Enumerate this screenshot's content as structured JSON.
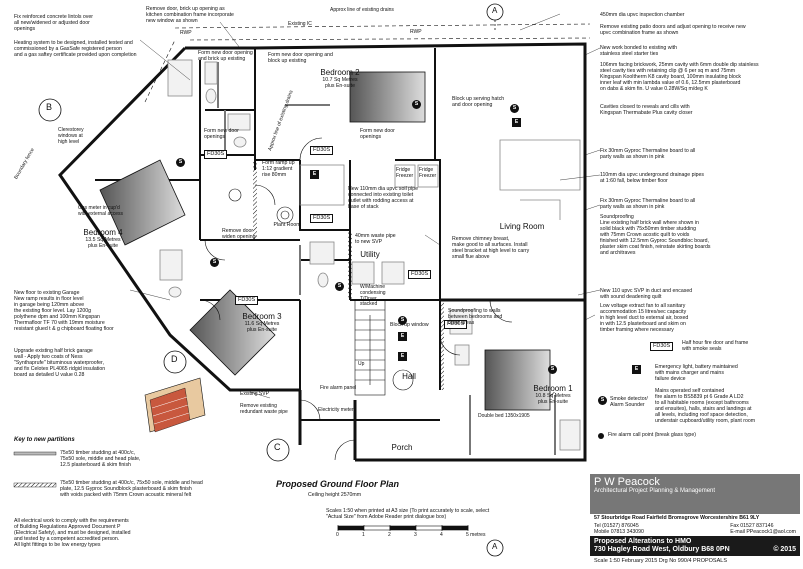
{
  "drawing": {
    "plan_title": "Proposed Ground Floor Plan",
    "ceiling_height": "Ceiling height 2570mm",
    "scale_note": "Scales 1:50 when printed at A3 size (To print accurately to scale, select\n\"Actual Size\" from Adobe Reader print dialogue box)",
    "scale_ticks": [
      "0",
      "1",
      "2",
      "3",
      "4",
      "5 metres"
    ]
  },
  "title_block": {
    "company": "P W Peacock",
    "tagline": "Architectural Project Planning & Management",
    "address": "57 Stourbridge Road Fairfield Bromsgrove Worcestershire B61 9LY",
    "tel": "Tel (01527) 876045",
    "mobile": "Mobile 07813 343090",
    "fax": "Fax 01527 837146",
    "email": "E-mail PPeacock1@aol.com",
    "project_line1": "Proposed Alterations to HMO",
    "project_line2": "730 Hagley Road West, Oldbury B68 0PN",
    "copyright": "© 2015",
    "footer": "Scale 1:50   February 2015   Drg No 990/4   PROPOSALS"
  },
  "rooms": {
    "bedroom1": {
      "name": "Bedroom 1",
      "area": "10.8 Sq Metres\nplus En-suite",
      "extra": "Double bed 1350x1905"
    },
    "bedroom2": {
      "name": "Bedroom 2",
      "area": "10.7 Sq Metres\nplus En-suite"
    },
    "bedroom3": {
      "name": "Bedroom 3",
      "area": "11.6 Sq Metres\nplus En-suite"
    },
    "bedroom4": {
      "name": "Bedroom 4",
      "area": "13.5 Sq Metres\nplus En-suite"
    },
    "living": {
      "name": "Living Room"
    },
    "hall": {
      "name": "Hall"
    },
    "porch": {
      "name": "Porch"
    },
    "utility": {
      "name": "Utility"
    },
    "plant": {
      "name": "Plant Room"
    }
  },
  "labels": {
    "fd30s": "FD30S",
    "up": "Up",
    "fridge_freezer": "Fridge\nFreezer",
    "boundary": "Boundary fence",
    "rwp": "RWP",
    "ic": "IC",
    "section_a": "A",
    "section_b": "B",
    "section_c": "C",
    "section_d": "D",
    "sym_s": "S",
    "sym_e": "E",
    "existing_ic": "Existing IC",
    "drains": "Approx line of existing drains",
    "drains2": "Approx line of existing drains",
    "clerestorey": "Clerestorey\nwindows at\nhigh level",
    "gas_meter": "Gas meter in cup'd\nwith external access",
    "washer": "W/Machine\ncondensing\nT/Dryer\nstacked",
    "fire_panel": "Fire alarm panel",
    "electricity": "Electricity meter",
    "existing_svp": "Existing SVP",
    "remove_waste": "Remove existing\nredundant waste pipe"
  },
  "notes": {
    "n01": "Fix reinforced concrete lintols over\nall new/widened or adjusted door\nopenings",
    "n02": "Heating system to be designed, installed tested and\ncommissioned by a GasSafe registered person\nand a gas saftey certificate provided upon completion",
    "n03": "Remove door, brick up opening as\nkitchen combination frame incorporate\nnew window as shown",
    "n04": "Form new door opening and\nblock up existing",
    "n05": "Form new door opening\nand brick up existing",
    "n06": "Block up serving hatch\nand door opening",
    "n07": "Form new door\nopenings",
    "n08": "Form new door\nopenings",
    "n09": "Form ramp up\n1:12 gradient\nrise 80mm",
    "n10": "Remove door\nwiden opening",
    "n11": "New 110mm dia upvc soil pipe\nconnected into existing toilet\noutlet with rodding access at\nbase of stack",
    "n12": "40mm waste pipe\nto new SVP",
    "n13": "Block up window",
    "n14": "Soundproofing to walls\nbetween bedrooms and\nother areas",
    "n15": "450mm dia upvc inspection chamber",
    "n16": "Remove existing patio doors and adjust opening to receive new\nupvc combination frame as shown",
    "n17": "New work bonded to existing with\nstainless steel starter ties",
    "n18": "106mm facing brickwork, 25mm cavity with 6mm double dip stainless\nsteel cavity ties with retaining clip @ 6 per sq m and 75mm\nKingspan Kooltherm K8 cavity board, 100mm insulating block\ninner leaf with min lambda value of 0.6, 12.5mm plasterboard\non dabs & skim fin. U value 0.28W/Sq m/deg K",
    "n19": "Cavities closed to reveals and cills with\nKingspan Thermabate Plus cavity closer",
    "n20": "Fix 30mm Gyproc Thermaline board to all\nparty walls as shown in pink",
    "n21": "110mm dia upvc underground drainage pipes\nat 1:60 fall, below timber floor",
    "n22": "Fix 30mm Gyproc Thermaline board to all\nparty walls as shown in pink",
    "n23": "Soundproofing\nLine existing half brick wall where shown in\nsolid black with 75x50mm timber studding\nwith 75mm Crown acostic quilt to voids\nfinished with 12.5mm Gyproc Soundbloc board,\nplaster skim coat finish, reinstate skirting boards\nand architraves",
    "n24": "New 110 upvc SVP in duct and encased\nwith sound deadening quilt",
    "n25": "Remove chimney breast,\nmake good to all surfaces. Install\nsteel bracket at high level to carry\nsmall flue above",
    "n26": "Low voltage extract fan to all sanitary\naccommodation 15 litres/sec capacity\nin high level duct to external air, boxed\nin with 12.5 plasterboard and skim on\ntimber framing where necessary",
    "n27": "Half hour fire door and frame\nwith smoke seals",
    "n28": "Emergency light, battery maintained\nwith mains charger and mains\nfailure device",
    "n29": "Mains operated self contained\nfire alarm to BS5839 pt 6 Grade A LD2\nto all habitable rooms (except bathrooms\nand ensuites), halls, stairs and landings at\nall levels, including roof space detection,\nunderstair cupboard/utility room, plant room",
    "n30": "Smoke detector/\nAlarm Sounder",
    "n31": "Fire alarm call point (break glass type)",
    "n32": "New floor to existing Garage\nNew ramp results in floor level\nin garage being 120mm above\nthe existing floor level. Lay 1200g\npolythene dpm and 100mm Kingspan\nThermafloor TF 70 with 19mm moisture\nresistant glued t & g chipboard floating floor",
    "n33": "Upgrade existing half brick garage\nwall - Apply two coats of Ness\n\"Synthaprufe\" bituminous waterproofer,\nand fix Celotex PL4065 ridgid insulation\nboard as detailed U value 0.28"
  },
  "key": {
    "title": "Key to new partitions",
    "item1": "75x50 timber studding at 400c/c,\n75x50 sole, middle and head plate,\n12.5 plasterboard & skim finish",
    "item2": "75x50 timber studding at 400c/c, 75x50 sole, middle and head\nplate, 12.5 Gyproc Soundblock plasterboard & skim finish\nwith voids packed with 75mm Crown acoustic mineral felt",
    "electrical": "All electrical work to comply with the requirements\nof Building Regulations Approved Document P\n(Electrical Safety), and must be designed, installed\nand tested by a competent accredited person.\nAll light fittings to be low energy types"
  },
  "colors": {
    "wall": "#111111",
    "partition": "#777777",
    "fixture": "#888888",
    "title_bg": "#777777",
    "project_bg": "#1a1a1a",
    "brick": "#c8583e",
    "insulation": "#e8c9a0"
  }
}
